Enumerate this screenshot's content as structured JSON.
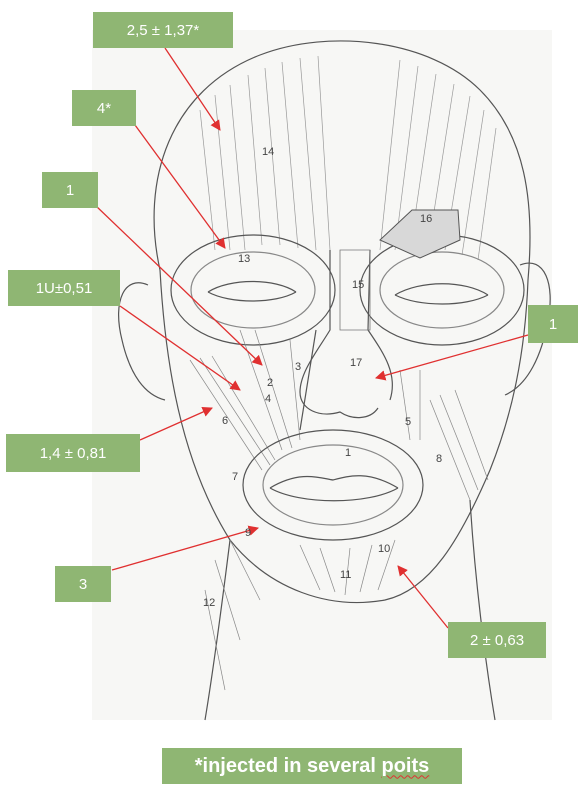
{
  "callouts": {
    "forehead": "2,5 ± 1,37*",
    "orbicularis_oculi": "4*",
    "levator_upper": "1",
    "levator_mid": "1U±0,51",
    "zygomaticus": "1,4 ± 0,81",
    "depressor": "3",
    "nasalis": "1",
    "mentalis": "2 ± 0,63"
  },
  "footnote": {
    "prefix": "*",
    "text": "injected in several ",
    "misspelled": "poits"
  },
  "muscle_numbers": [
    "1",
    "2",
    "3",
    "4",
    "5",
    "6",
    "7",
    "8",
    "9",
    "10",
    "11",
    "12",
    "13",
    "14",
    "15",
    "16",
    "17"
  ],
  "colors": {
    "box": "#8fb673",
    "arrow": "#e03030",
    "line": "#555555"
  }
}
